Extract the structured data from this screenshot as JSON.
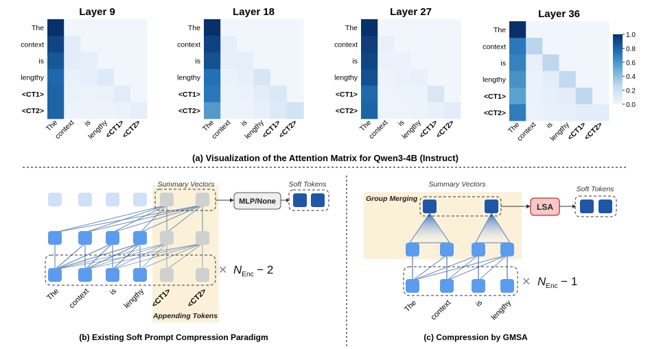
{
  "heatmaps": {
    "tokens": [
      "The",
      "context",
      "is",
      "lengthy",
      "<CT1>",
      "<CT2>"
    ],
    "layers": [
      {
        "title": "Layer 9",
        "matrix": [
          [
            1.0,
            0,
            0,
            0,
            0,
            0
          ],
          [
            0.92,
            0.08,
            0,
            0,
            0,
            0
          ],
          [
            0.85,
            0.08,
            0.07,
            0,
            0,
            0
          ],
          [
            0.78,
            0.05,
            0.06,
            0.11,
            0,
            0
          ],
          [
            0.8,
            0.04,
            0.03,
            0.04,
            0.09,
            0
          ],
          [
            0.8,
            0.03,
            0.03,
            0.03,
            0.04,
            0.07
          ]
        ]
      },
      {
        "title": "Layer 18",
        "matrix": [
          [
            1.0,
            0,
            0,
            0,
            0,
            0
          ],
          [
            0.93,
            0.07,
            0,
            0,
            0,
            0
          ],
          [
            0.87,
            0.06,
            0.07,
            0,
            0,
            0
          ],
          [
            0.75,
            0.04,
            0.06,
            0.15,
            0,
            0
          ],
          [
            0.72,
            0.03,
            0.04,
            0.08,
            0.13,
            0
          ],
          [
            0.58,
            0.03,
            0.03,
            0.06,
            0.12,
            0.18
          ]
        ]
      },
      {
        "title": "Layer 27",
        "matrix": [
          [
            1.0,
            0,
            0,
            0,
            0,
            0
          ],
          [
            0.95,
            0.05,
            0,
            0,
            0,
            0
          ],
          [
            0.92,
            0.04,
            0.04,
            0,
            0,
            0
          ],
          [
            0.88,
            0.03,
            0.04,
            0.05,
            0,
            0
          ],
          [
            0.78,
            0.02,
            0.03,
            0.03,
            0.14,
            0
          ],
          [
            0.8,
            0.02,
            0.02,
            0.03,
            0.05,
            0.08
          ]
        ]
      },
      {
        "title": "Layer 36",
        "matrix": [
          [
            1.0,
            0,
            0,
            0,
            0,
            0
          ],
          [
            0.72,
            0.28,
            0,
            0,
            0,
            0
          ],
          [
            0.68,
            0.05,
            0.27,
            0,
            0,
            0
          ],
          [
            0.62,
            0.04,
            0.08,
            0.26,
            0,
            0
          ],
          [
            0.55,
            0.04,
            0.06,
            0.08,
            0.27,
            0
          ],
          [
            0.7,
            0.03,
            0.05,
            0.06,
            0.08,
            0.08
          ]
        ]
      }
    ],
    "colorbar": {
      "ticks": [
        "1.0",
        "0.8",
        "0.6",
        "0.4",
        "0.2",
        "0.0"
      ]
    },
    "caption": "(a) Visualization of the Attention Matrix for Qwen3-4B (Instruct)"
  },
  "left_diagram": {
    "summary_vectors_label": "Summary Vectors",
    "mlp_label": "MLP/None",
    "soft_tokens_label": "Soft Tokens",
    "tokens": [
      "The",
      "context",
      "is",
      "lengthy",
      "<CT1>",
      "<CT2>"
    ],
    "appending_label": "Appending Tokens",
    "repeat_symbol": "✕",
    "repeat_label": "N",
    "repeat_subscript": "Enc",
    "repeat_suffix": " − 2",
    "caption": "(b) Existing Soft Prompt Compression Paradigm"
  },
  "right_diagram": {
    "summary_vectors_label": "Summary Vectors",
    "group_merging_label": "Group Merging",
    "lsa_label": "LSA",
    "soft_tokens_label": "Soft Tokens",
    "tokens": [
      "The",
      "context",
      "is",
      "lengthy"
    ],
    "repeat_symbol": "✕",
    "repeat_label": "N",
    "repeat_subscript": "Enc",
    "repeat_suffix": " − 1",
    "caption": "(c) Compression by GMSA"
  },
  "colors": {
    "heat_low": "#f1f6fd",
    "heat_high": "#08306b",
    "token_blue": "#5b9cee",
    "token_light": "#cfe0f8",
    "token_gray": "#d0d0d0",
    "soft_token": "#1f56a8",
    "highlight": "#fbf1d8",
    "lsa_fill": "#f8c9c9",
    "lsa_stroke": "#c94a4a",
    "line": "#5a7fb8"
  }
}
